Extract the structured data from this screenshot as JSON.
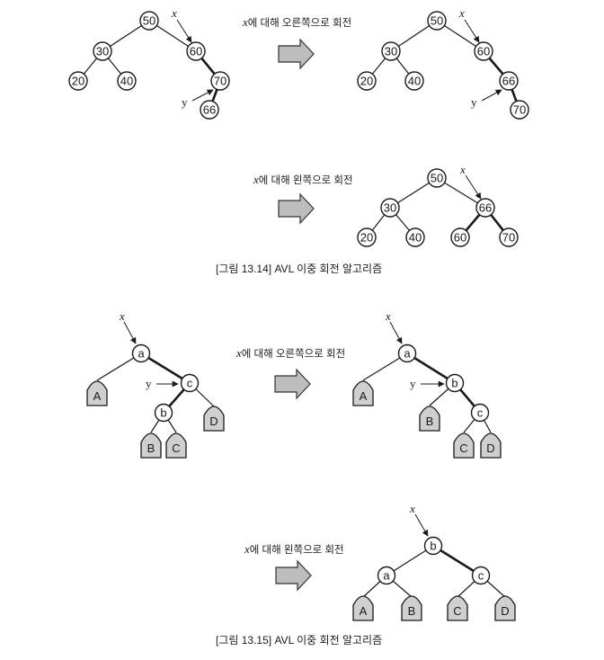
{
  "figure_14": {
    "step1_label": {
      "var": "x",
      "text": "에 대해 오른쪽으로 회전"
    },
    "step2_label": {
      "var": "x",
      "text": "에 대해 왼쪽으로 회전"
    },
    "caption": "[그림 13.14]  AVL 이중 회전 알고리즘",
    "tree_before": [
      "50",
      "30",
      "60",
      "20",
      "40",
      "70",
      "66"
    ],
    "tree_middle": [
      "50",
      "30",
      "60",
      "20",
      "40",
      "66",
      "70"
    ],
    "tree_after": [
      "50",
      "30",
      "66",
      "20",
      "40",
      "60",
      "70"
    ],
    "pointer_x": "x",
    "pointer_y": "y"
  },
  "figure_15": {
    "step1_label": {
      "var": "x",
      "text": "에 대해 오른쪽으로 회전"
    },
    "step2_label": {
      "var": "x",
      "text": "에 대해 왼쪽으로 회전"
    },
    "caption": "[그림 13.15]  AVL 이중 회전 알고리즘",
    "tree_before": {
      "nodes": [
        "a",
        "c",
        "b"
      ],
      "subtrees": [
        "A",
        "D",
        "B",
        "C"
      ]
    },
    "tree_middle": {
      "nodes": [
        "a",
        "b",
        "c"
      ],
      "subtrees": [
        "A",
        "B",
        "C",
        "D"
      ]
    },
    "tree_after": {
      "nodes": [
        "b",
        "a",
        "c"
      ],
      "subtrees": [
        "A",
        "B",
        "C",
        "D"
      ]
    },
    "pointer_x": "x",
    "pointer_y": "y"
  }
}
